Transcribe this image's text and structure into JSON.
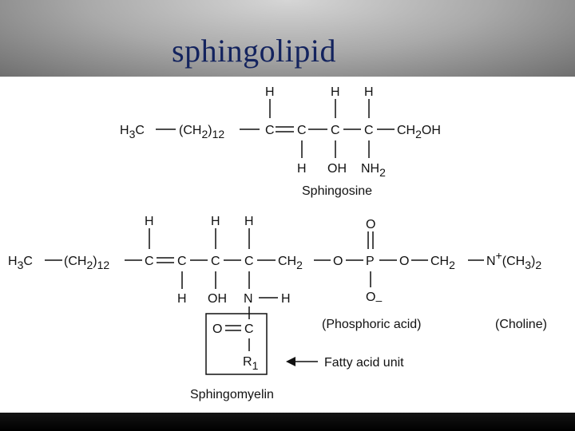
{
  "slide": {
    "title": "sphingolipid"
  },
  "sphingosine": {
    "h_top_1": "H",
    "h_top_2": "H",
    "h_top_3": "H",
    "h3c_left": "H",
    "h3c_sub": "3",
    "h3c_c": "C",
    "ch2_open": "(CH",
    "ch2_sub": "2",
    "ch2_close": ")",
    "ch2_count": "12",
    "c1": "C",
    "c2": "C",
    "c3": "C",
    "c4": "C",
    "ch2oh_ch": "CH",
    "ch2oh_sub": "2",
    "ch2oh_oh": "OH",
    "h_bottom": "H",
    "oh_bottom": "OH",
    "nh2_n": "NH",
    "nh2_sub": "2",
    "caption": "Sphingosine"
  },
  "sphingomyelin": {
    "h_top_1": "H",
    "h_top_2": "H",
    "h_top_3": "H",
    "o_top": "O",
    "h3c_left": "H",
    "h3c_sub": "3",
    "h3c_c": "C",
    "ch2_open": "(CH",
    "ch2_sub": "2",
    "ch2_close": ")",
    "ch2_count": "12",
    "c1": "C",
    "c2": "C",
    "c3": "C",
    "c4": "C",
    "ch2_a": "CH",
    "ch2_a_sub": "2",
    "o1": "O",
    "p": "P",
    "o2": "O",
    "ch2_b": "CH",
    "ch2_b_sub": "2",
    "n_plus": "N",
    "plus": "+",
    "methyl_open": "(CH",
    "methyl_sub": "3",
    "methyl_close": ")",
    "methyl_count": "2",
    "h_bottom": "H",
    "oh_bottom": "OH",
    "n_bottom": "N",
    "h_n": "H",
    "o_minus": "O",
    "minus": "–",
    "box_o": "O",
    "box_c": "C",
    "r": "R",
    "r_sub": "1",
    "phosphoric_label": "(Phosphoric acid)",
    "choline_label": "(Choline)",
    "fatty_acid_label": "Fatty acid unit",
    "caption": "Sphingomyelin"
  },
  "colors": {
    "title": "#13235e",
    "panel": "#ffffff",
    "ink": "#111111"
  }
}
